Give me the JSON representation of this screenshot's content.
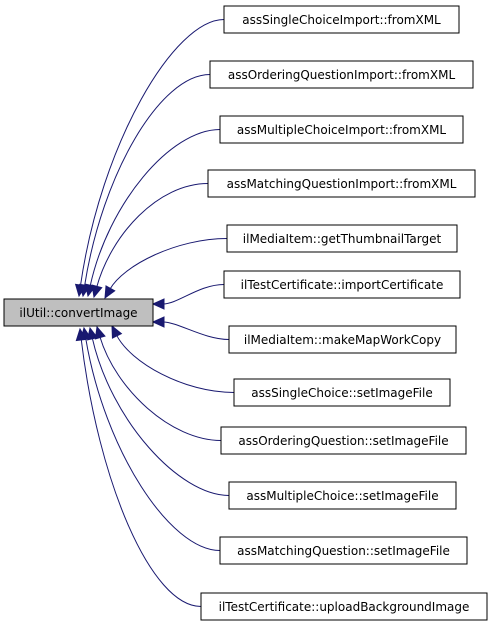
{
  "graph": {
    "root": {
      "label": "ilUtil::convertImage",
      "fill": "#bfbfbf"
    },
    "callers": [
      {
        "label": "assSingleChoiceImport::fromXML"
      },
      {
        "label": "assOrderingQuestionImport::fromXML"
      },
      {
        "label": "assMultipleChoiceImport::fromXML"
      },
      {
        "label": "assMatchingQuestionImport::fromXML"
      },
      {
        "label": "ilMediaItem::getThumbnailTarget"
      },
      {
        "label": "ilTestCertificate::importCertificate"
      },
      {
        "label": "ilMediaItem::makeMapWorkCopy"
      },
      {
        "label": "assSingleChoice::setImageFile"
      },
      {
        "label": "assOrderingQuestion::setImageFile"
      },
      {
        "label": "assMultipleChoice::setImageFile"
      },
      {
        "label": "assMatchingQuestion::setImageFile"
      },
      {
        "label": "ilTestCertificate::uploadBackgroundImage"
      }
    ],
    "colors": {
      "edge": "#191970",
      "node_border": "#000000",
      "node_fill": "#ffffff"
    }
  }
}
